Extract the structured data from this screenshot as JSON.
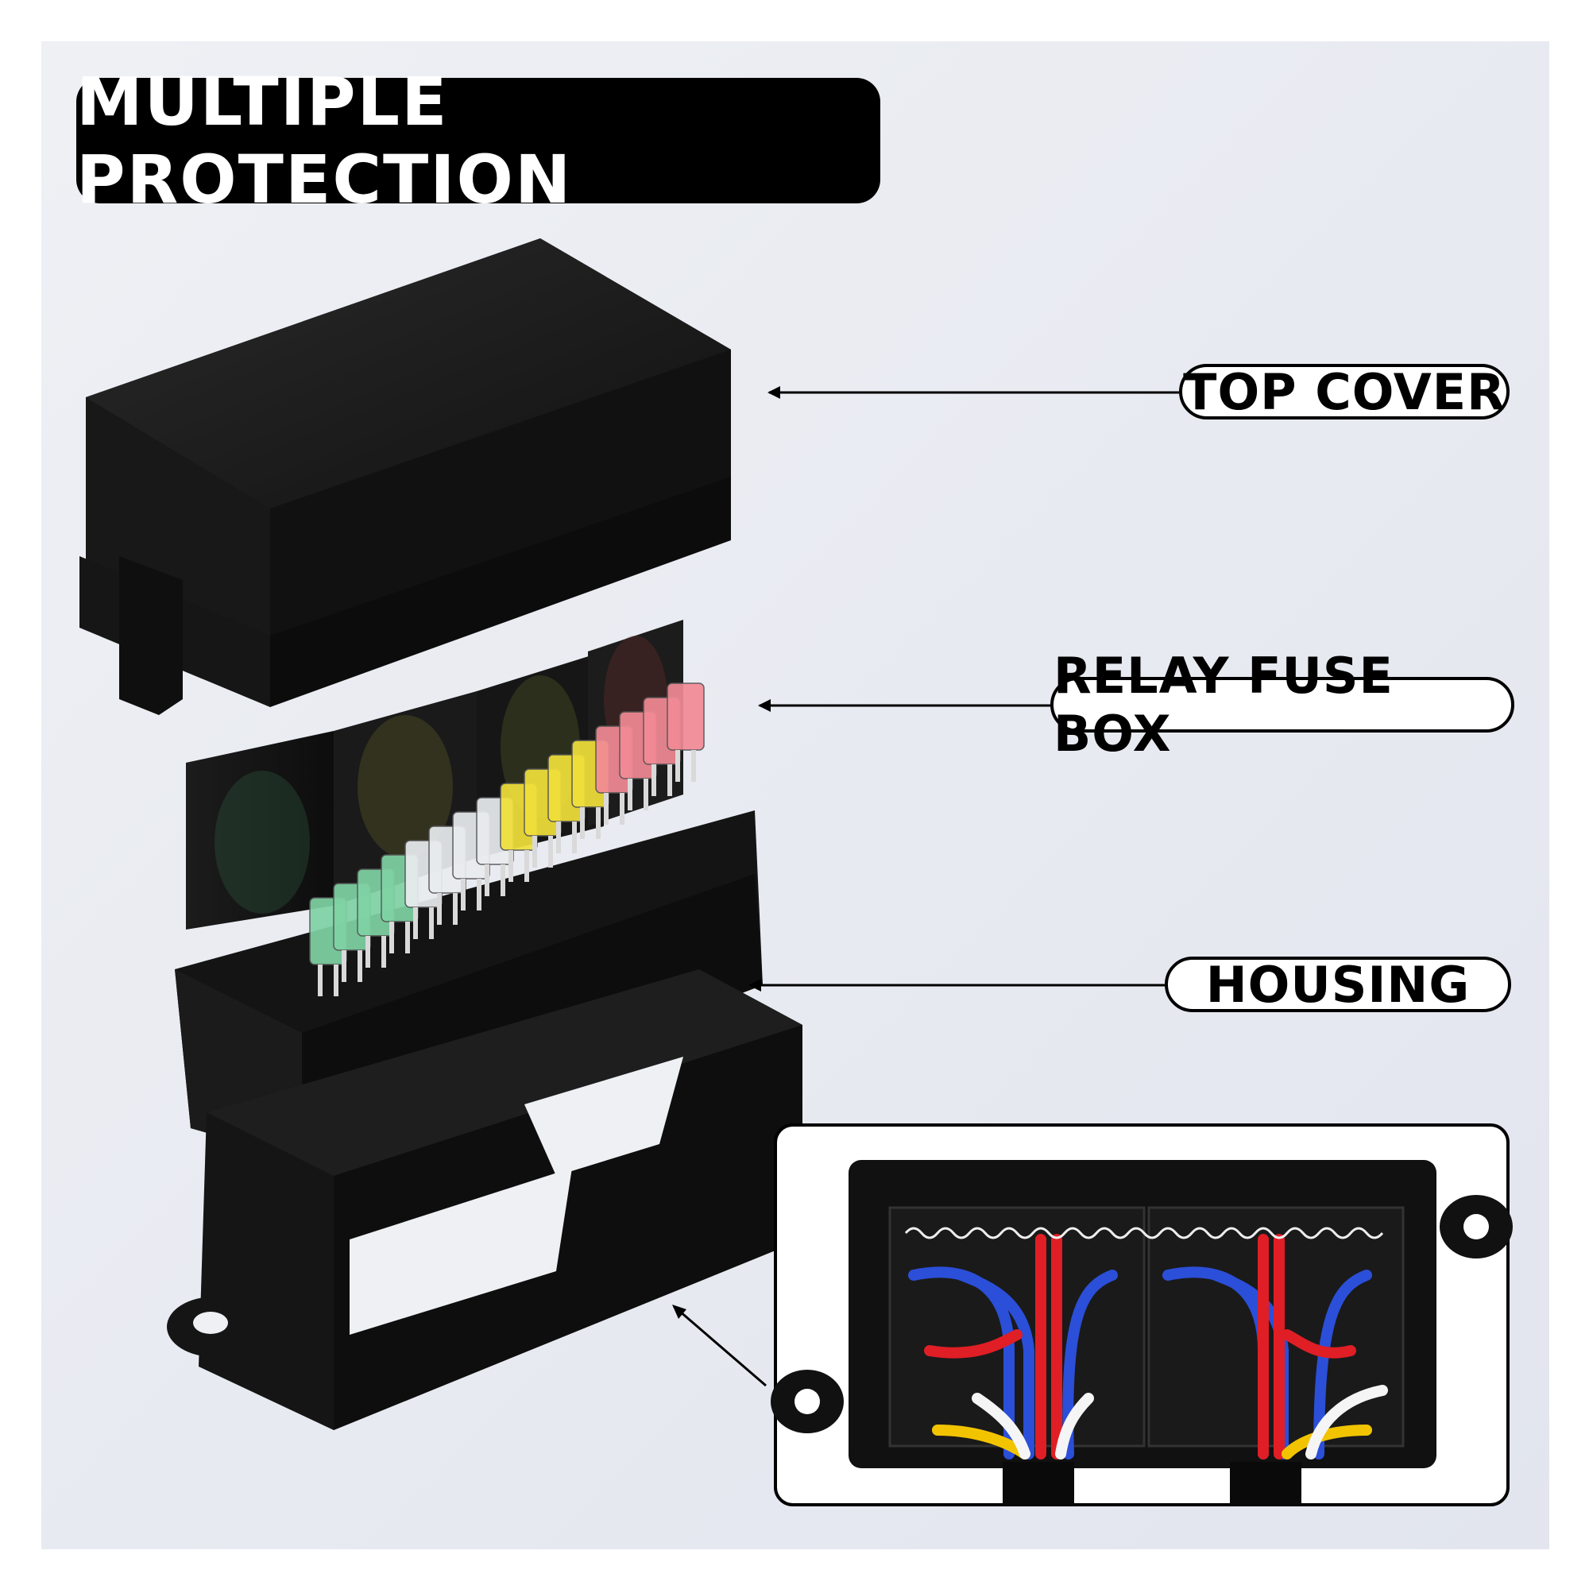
{
  "title": "MULTIPLE PROTECTION",
  "labels": {
    "top_cover": "TOP COVER",
    "relay_fuse_box": "RELAY FUSE BOX",
    "housing": "HOUSING"
  },
  "colors": {
    "background": "#e8eaf0",
    "component": "#151515",
    "fuse_green": "#7fd3a4",
    "fuse_clear": "#e9ecef",
    "fuse_yellow": "#f1e03a",
    "fuse_red": "#f28a95",
    "wire_red": "#e01e25",
    "wire_blue": "#2b4fd8",
    "wire_yellow": "#f2c400",
    "wire_white": "#f5f5f5"
  },
  "fuses": [
    "green",
    "green",
    "green",
    "green",
    "clear",
    "clear",
    "clear",
    "clear",
    "yellow",
    "yellow",
    "yellow",
    "yellow",
    "red",
    "red",
    "red",
    "red"
  ]
}
